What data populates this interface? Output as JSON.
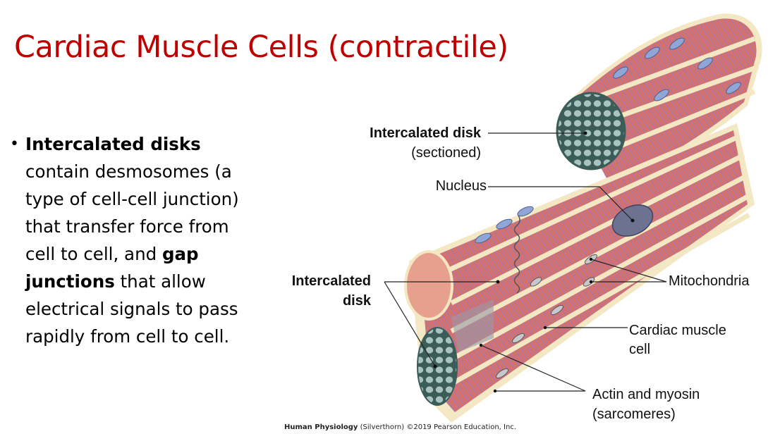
{
  "slide": {
    "title": "Cardiac Muscle Cells (contractile)",
    "bullets": [
      {
        "marker": "•",
        "segments": [
          {
            "text": "Intercalated disks",
            "bold": true
          },
          {
            "text": " contain desmosomes (a type of cell-cell junction) that transfer force from cell to cell, and ",
            "bold": false
          },
          {
            "text": "gap junctions",
            "bold": true
          },
          {
            "text": " that allow electrical signals to pass rapidly from cell to cell.",
            "bold": false
          }
        ],
        "lines": [
          "Intercalated disks",
          "contain desmosomes (a",
          "type of cell-cell junction)",
          "that transfer force from",
          "cell to cell, and gap",
          "junctions that allow",
          "electrical signals to pass",
          "rapidly from cell to cell."
        ]
      }
    ],
    "bold_terms": {
      "term1": "Intercalated disks",
      "term2a": "gap",
      "term2b": "junctions"
    },
    "line_parts": {
      "l2": "contain desmosomes (a",
      "l3": "type of cell-cell junction)",
      "l4": "that transfer force from",
      "l5a": "cell to cell, and ",
      "l6b": " that allow",
      "l7": "electrical signals to pass",
      "l8": "rapidly from cell to cell."
    }
  },
  "figure": {
    "description": "Illustration of cardiac muscle tissue showing branching striated cells",
    "colors": {
      "muscle": "#e0705a",
      "muscle_dark": "#c9553f",
      "striation": "#8a6fb8",
      "connective": "#f3e7c4",
      "nucleus": "#8fa6d6",
      "section_cells": "#a9c3c3",
      "section_border": "#3c5c58",
      "large_nucleus": "#6c7290"
    },
    "labels": {
      "intercalated_disk_sectioned_1": "Intercalated disk",
      "intercalated_disk_sectioned_2": "(sectioned)",
      "nucleus": "Nucleus",
      "intercalated_disk_1": "Intercalated",
      "intercalated_disk_2": "disk",
      "mitochondria": "Mitochondria",
      "cardiac_muscle_cell_1": "Cardiac muscle",
      "cardiac_muscle_cell_2": "cell",
      "actin_myosin_1": "Actin and myosin",
      "actin_myosin_2": "(sarcomeres)"
    }
  },
  "citation": {
    "book": "Human Physiology",
    "rest": " (Silverthorn) ©2019 Pearson Education, Inc."
  }
}
